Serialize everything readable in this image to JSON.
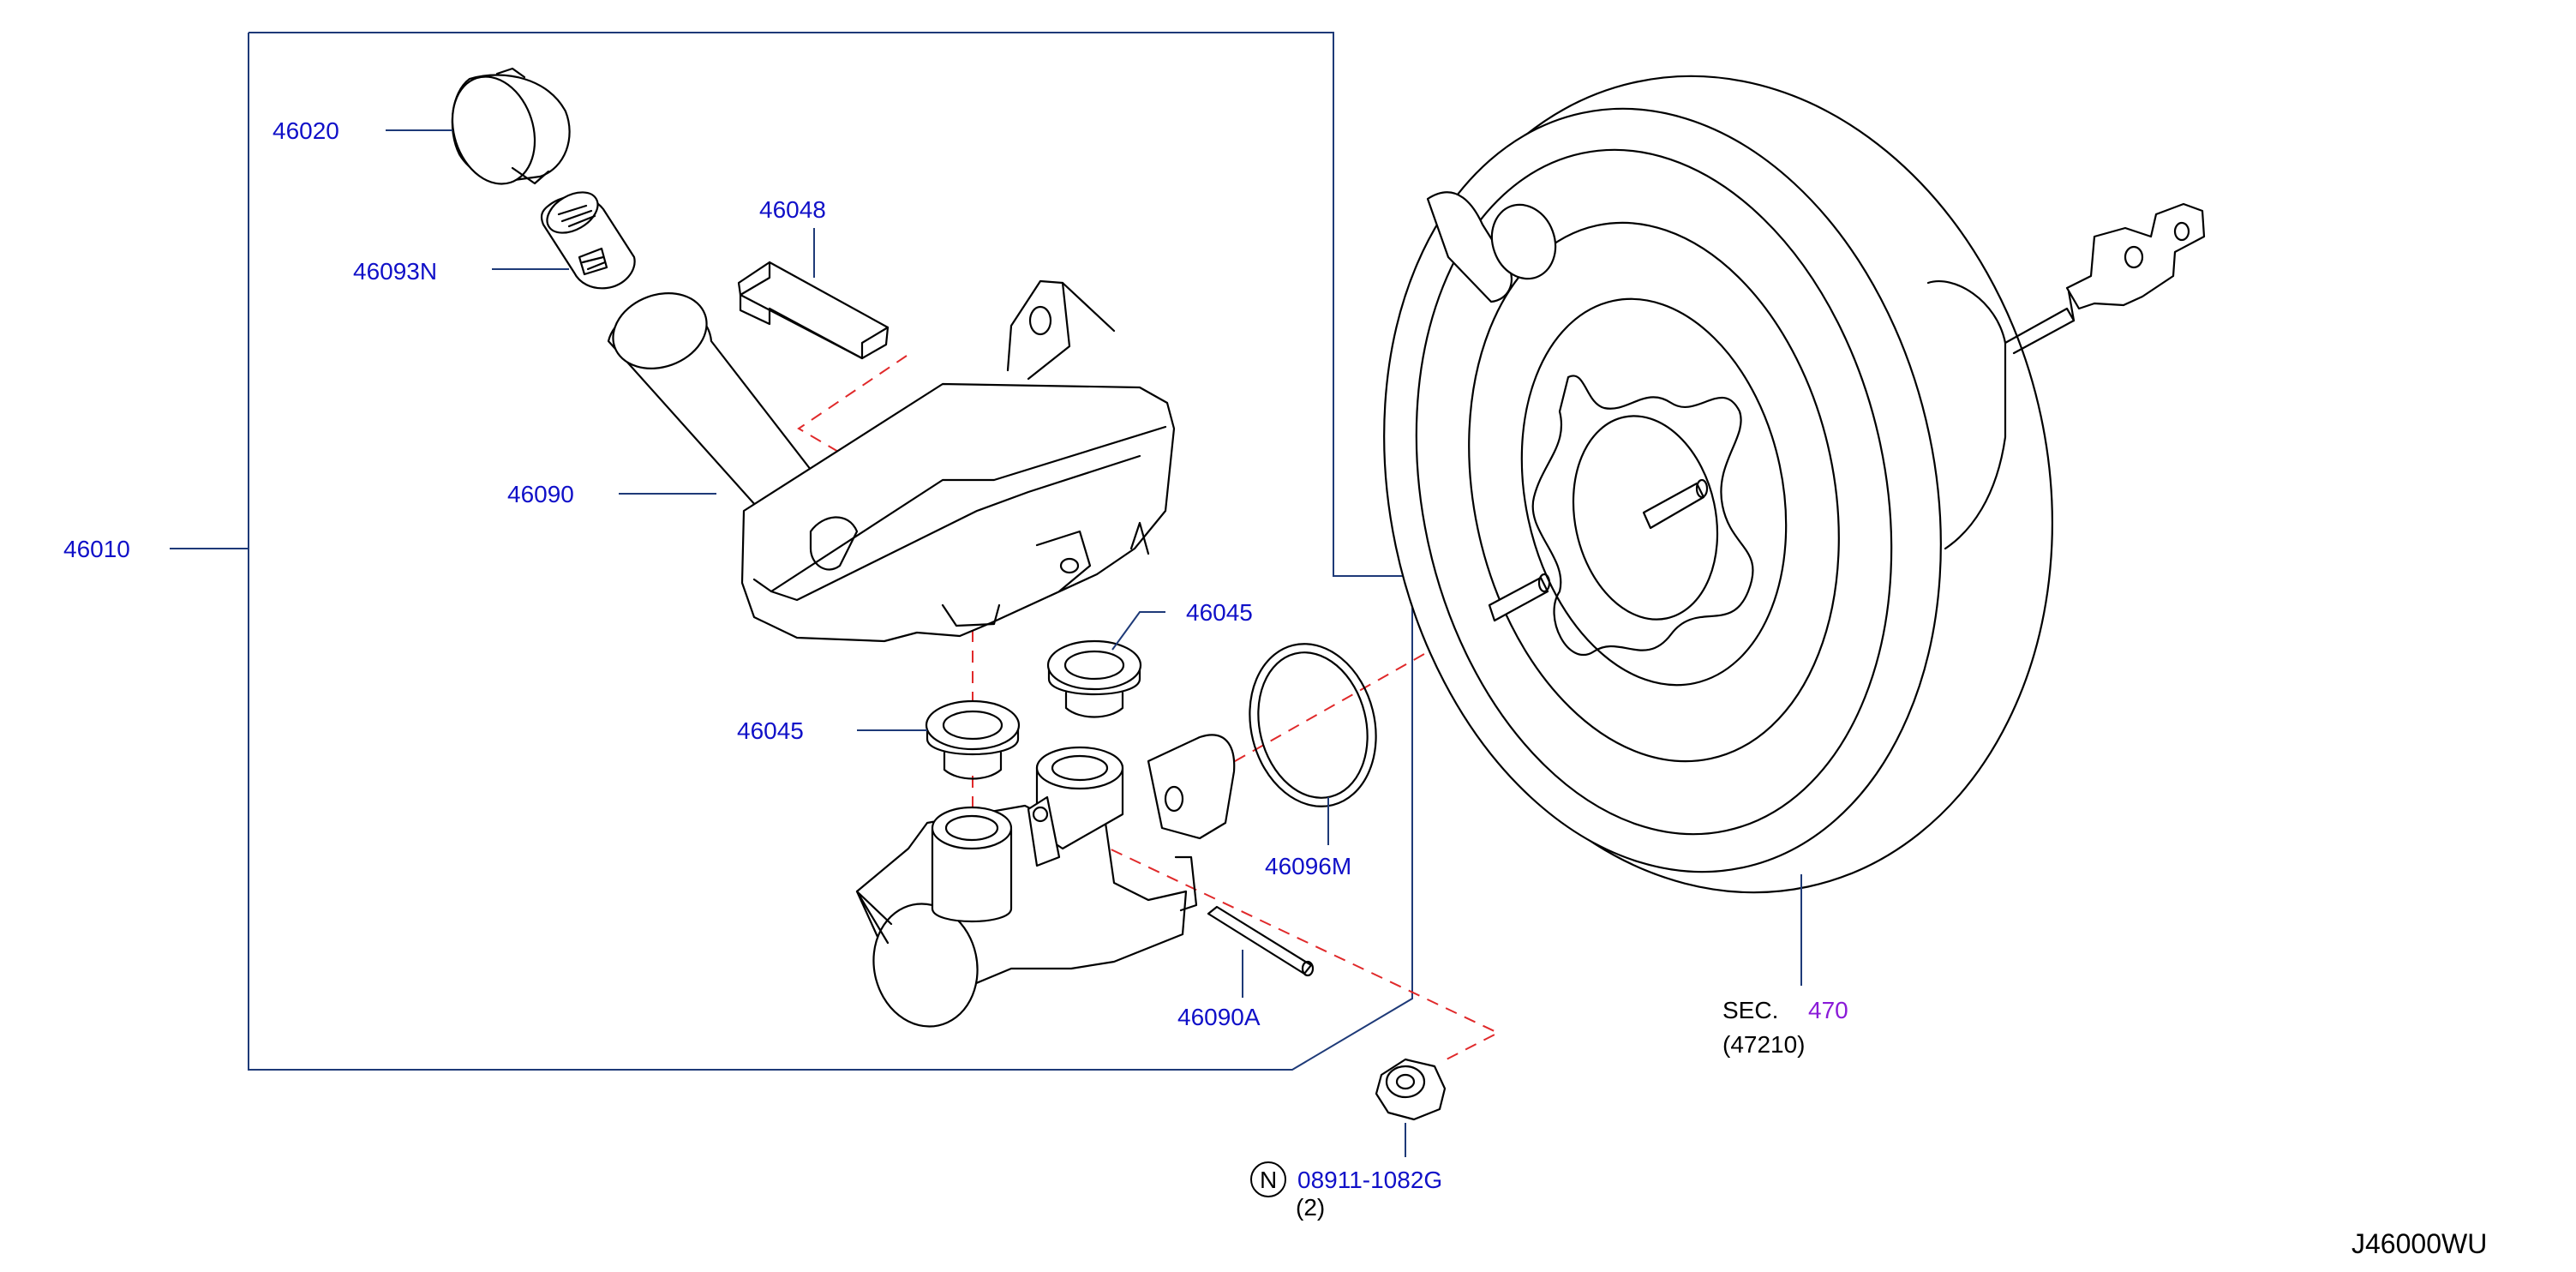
{
  "colors": {
    "label_blue": "#1010c8",
    "section_purple": "#8a1ad8",
    "leader": "#1e3a78",
    "dash_red": "#e0292a",
    "line": "#000000",
    "text_black": "#000000"
  },
  "labels": {
    "p46020": "46020",
    "p46093N": "46093N",
    "p46048": "46048",
    "p46090": "46090",
    "p46010": "46010",
    "p46045_a": "46045",
    "p46045_b": "46045",
    "p46096M": "46096M",
    "p46090A": "46090A",
    "nut_symbol": "N",
    "nut_part": "08911-1082G",
    "nut_qty": "(2)",
    "sec_prefix": "SEC.",
    "sec_number": "470",
    "sec_sub": "(47210)",
    "diagram_code": "J46000WU"
  }
}
